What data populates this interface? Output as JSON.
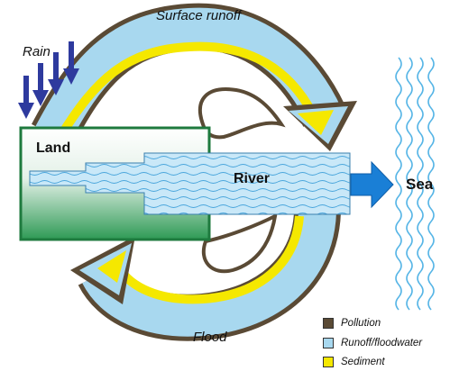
{
  "labels": {
    "surface_runoff": "Surface runoff",
    "rain": "Rain",
    "land": "Land",
    "river": "River",
    "sea": "Sea",
    "flood": "Flood"
  },
  "legend": [
    {
      "label": "Pollution",
      "color": "#5a4a35"
    },
    {
      "label": "Runoff/floodwater",
      "color": "#a8d8ef"
    },
    {
      "label": "Sediment",
      "color": "#f5e800"
    }
  ],
  "colors": {
    "pollution": "#5a4a35",
    "water": "#a8d8ef",
    "sediment": "#f5e800",
    "rain_arrow": "#2e3a9e",
    "land_green": "#2e9a55",
    "sea_wave": "#56b5e6",
    "river_arrow": "#1a7fd6"
  }
}
